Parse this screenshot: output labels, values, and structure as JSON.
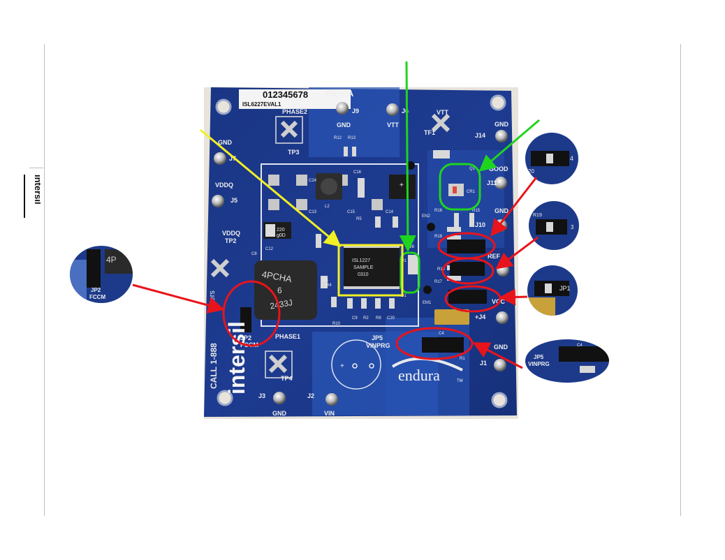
{
  "sidebar": {
    "logo_text": "intersil"
  },
  "board": {
    "serial_label": "012345678",
    "rev_label": "REV A",
    "name_label": "ISL6227EVAL1",
    "chip_label_1": "ISL1227",
    "chip_label_2": "SAMPLE",
    "chip_label_3": "0310",
    "inductor_code_1": "4PCHA",
    "inductor_code_2": "6",
    "inductor_code_3": "2433J",
    "cap_value": "220",
    "cap_code": "g0D",
    "brand": "endura",
    "brand_tm": "TM",
    "company": "intersil",
    "company_small": "inters",
    "phone": "CALL 1-888",
    "labels": {
      "phase2": "PHASE2",
      "tp3": "TP3",
      "gnd_j9": "GND",
      "j9": "J9",
      "vtt_j6": "VTT",
      "j6": "J6",
      "vtt": "VTT",
      "tf1": "TF1",
      "gnd_j14": "GND",
      "j14": "J14",
      "gnd_j7": "GND",
      "j7": "J7",
      "vddq_j5": "VDDQ",
      "j5": "J5",
      "vddq_tp2": "VDDQ",
      "tp2": "TP2",
      "good": "GOOD",
      "j11": "J11",
      "gnd_j10": "GND",
      "j10": "J10",
      "ref": "REF",
      "vcc": "VCC",
      "j4": "+J4",
      "jp1": "JP1",
      "jp2": "JP2",
      "fccm": "FCCM",
      "jp5": "JP5",
      "vinprg": "VINPRG",
      "phase1": "PHASE1",
      "tp4": "TP4",
      "gnd_j3": "GND",
      "j3": "J3",
      "vin": "VIN",
      "j2": "J2",
      "gnd_j1": "GND",
      "j1": "J1",
      "q1": "Q1",
      "cr1": "CR1",
      "r16": "R16",
      "r15": "R15",
      "r19": "R19",
      "r17": "R17",
      "r18": "R18",
      "r4": "R4",
      "r5": "R5",
      "r10": "R10",
      "r2": "R2",
      "r9": "R9",
      "r1": "R1",
      "r12": "R12",
      "r13": "R13",
      "c4": "C4",
      "c5": "C5",
      "c8": "C8",
      "c9": "C9",
      "c12": "C12",
      "c13": "C13",
      "c14": "C14",
      "c15": "C15",
      "c16": "C16",
      "c20": "C20",
      "c24": "C24",
      "c26": "C26",
      "l2": "L2",
      "d1": "D1",
      "en2": "EN2",
      "em1": "EM1",
      "u1": "U1"
    }
  },
  "insets": {
    "jp2": {
      "label_1": "JP2",
      "label_2": "FCCM",
      "code": "4P"
    },
    "en2": {
      "label_1": "20",
      "label_2": "4"
    },
    "r19": {
      "label_1": "R19",
      "label_2": "3"
    },
    "jp1": {
      "label_1": "JP1"
    },
    "jp5": {
      "label_1": "JP5",
      "label_2": "VINPRG",
      "label_3": "C4"
    }
  },
  "colors": {
    "pcb": "#1d3a8a",
    "pcb_dark": "#142a66",
    "pcb_light": "#2d58b8",
    "silk": "#f0f0f0",
    "highlight_red": "#e8141c",
    "highlight_green": "#1fd41f",
    "highlight_yellow": "#f2ef24"
  }
}
